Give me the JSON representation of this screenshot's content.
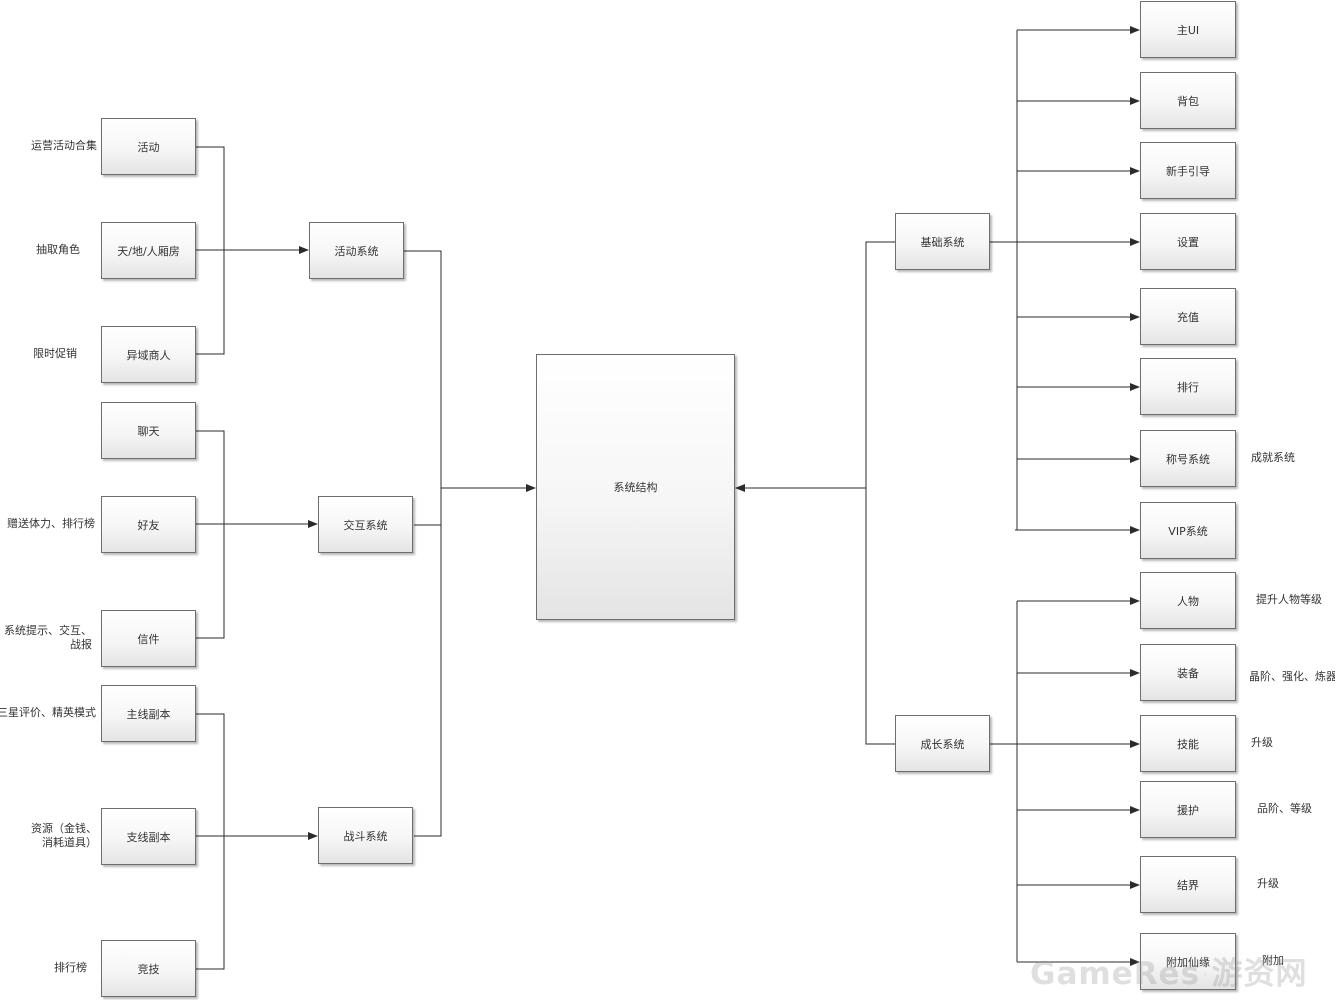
{
  "center": {
    "label": "系统结构"
  },
  "left": {
    "groups": {
      "activity": {
        "label": "活动系统",
        "items": [
          {
            "label": "活动",
            "note": "运营活动合集"
          },
          {
            "label": "天/地/人厢房",
            "note": "抽取角色"
          },
          {
            "label": "异域商人",
            "note": "限时促销"
          }
        ]
      },
      "social": {
        "label": "交互系统",
        "items": [
          {
            "label": "聊天",
            "note": ""
          },
          {
            "label": "好友",
            "note": "赠送体力、排行榜"
          },
          {
            "label": "信件",
            "note_line1": "系统提示、交互、",
            "note_line2": "战报"
          }
        ]
      },
      "battle": {
        "label": "战斗系统",
        "items": [
          {
            "label": "主线副本",
            "note": "三星评价、精英模式"
          },
          {
            "label": "支线副本",
            "note_line1": "资源（金钱、",
            "note_line2": "消耗道具）"
          },
          {
            "label": "竞技",
            "note": "排行榜"
          }
        ]
      }
    }
  },
  "right": {
    "groups": {
      "base": {
        "label": "基础系统",
        "items": [
          {
            "label": "主UI",
            "note": ""
          },
          {
            "label": "背包",
            "note": ""
          },
          {
            "label": "新手引导",
            "note": ""
          },
          {
            "label": "设置",
            "note": ""
          },
          {
            "label": "充值",
            "note": ""
          },
          {
            "label": "排行",
            "note": ""
          },
          {
            "label": "称号系统",
            "note": "成就系统"
          },
          {
            "label": "VIP系统",
            "note": ""
          }
        ]
      },
      "growth": {
        "label": "成长系统",
        "items": [
          {
            "label": "人物",
            "note": "提升人物等级"
          },
          {
            "label": "装备",
            "note": "晶阶、强化、炼器"
          },
          {
            "label": "技能",
            "note": "升级"
          },
          {
            "label": "援护",
            "note": "品阶、等级"
          },
          {
            "label": "结界",
            "note": "升级"
          },
          {
            "label": "附加仙缘",
            "note": "附加"
          }
        ]
      }
    }
  },
  "watermark": {
    "brand": "GameRes",
    "domain_cn": "游资网"
  },
  "colors": {
    "line": "#2b2b2b",
    "box_border": "#6e6e6e"
  }
}
